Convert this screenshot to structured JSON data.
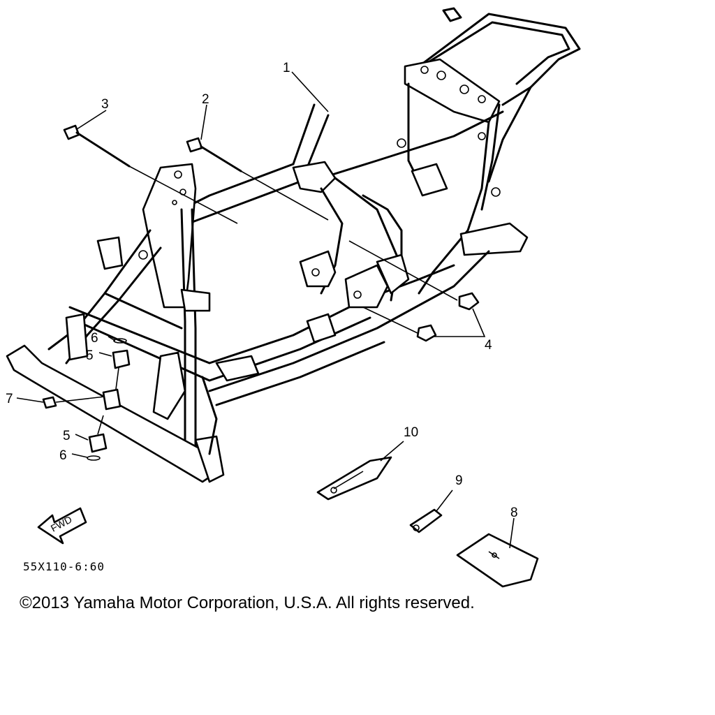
{
  "diagram": {
    "drawing_code": "55X110-6:60",
    "fwd_label": "FWD",
    "callouts": [
      {
        "id": "c1",
        "label": "1"
      },
      {
        "id": "c2",
        "label": "2"
      },
      {
        "id": "c3",
        "label": "3"
      },
      {
        "id": "c4",
        "label": "4"
      },
      {
        "id": "c5a",
        "label": "5"
      },
      {
        "id": "c5b",
        "label": "5"
      },
      {
        "id": "c6a",
        "label": "6"
      },
      {
        "id": "c6b",
        "label": "6"
      },
      {
        "id": "c7",
        "label": "7"
      },
      {
        "id": "c8",
        "label": "8"
      },
      {
        "id": "c9",
        "label": "9"
      },
      {
        "id": "c10",
        "label": "10"
      }
    ]
  },
  "copyright": "©2013 Yamaha Motor Corporation, U.S.A. All rights reserved."
}
